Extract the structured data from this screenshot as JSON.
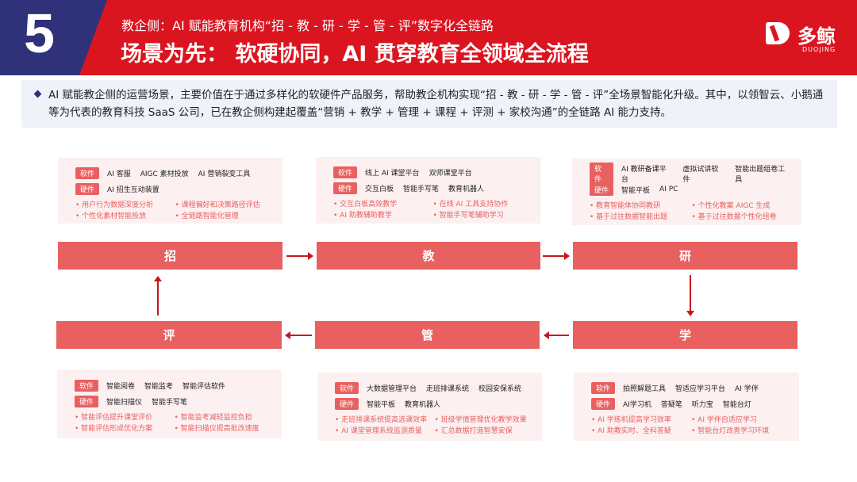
{
  "header": {
    "number": "5",
    "subtitle": "教企侧：AI 赋能教育机构“招 - 教 - 研 - 学 - 管 - 评”数字化全链路",
    "title": "场景为先： 软硬协同，AI 贯穿教育全领域全流程",
    "logo_cn": "多鲸",
    "logo_en": "DUOJING"
  },
  "intro": "AI 赋能教企侧的运营场景，主要价值在于通过多样化的软硬件产品服务，帮助教企机构实现“招 - 教 - 研 - 学 - 管 - 评”全场景智能化升级。其中，以领智云、小鹅通等为代表的教育科技 SaaS 公司，已在教企侧构建起覆盖“营销 + 教学 + 管理 + 课程 + 评测 + 家校沟通”的全链路 AI 能力支持。",
  "labels": {
    "software": "软件",
    "hardware": "硬件"
  },
  "colors": {
    "header": "#db1520",
    "accent_blue": "#2f3278",
    "bar": "#e8605f",
    "card": "#fdf0f1"
  },
  "stages": [
    {
      "name": "招",
      "software": [
        "AI 客服",
        "AIGC 素材投放",
        "AI 营销裂变工具"
      ],
      "hardware": [
        "AI 招生互动装置"
      ],
      "benefits": [
        "用户行为数据深度分析",
        "课程偏好和决策路径评估",
        "个性化素材智能投放",
        "全链路智能化管理"
      ]
    },
    {
      "name": "教",
      "software": [
        "线上 AI 课堂平台",
        "双师课堂平台"
      ],
      "hardware": [
        "交互白板",
        "智能手写笔",
        "教育机器人"
      ],
      "benefits": [
        "交互白板高效教学",
        "在线 AI 工具支持协作",
        "AI 助教辅助教学",
        "智能手写笔辅助学习"
      ]
    },
    {
      "name": "研",
      "software": [
        "AI 教研备课平台",
        "虚拟试讲软件",
        "智能出题组卷工具"
      ],
      "hardware": [
        "智能平板",
        "AI PC"
      ],
      "benefits": [
        "教育智能体协同教研",
        "个性化教案 AIGC 生成",
        "基于过往数据智能出题",
        "基于过往数据个性化组卷"
      ]
    },
    {
      "name": "评",
      "software": [
        "智能阅卷",
        "智能监考",
        "智能评估软件"
      ],
      "hardware": [
        "智能扫描仪",
        "智能手写笔"
      ],
      "benefits": [
        "智能评估提升课堂评价",
        "智能监考减轻监控负担",
        "智能评估形成优化方案",
        "智能扫描仪提高批改速度"
      ]
    },
    {
      "name": "管",
      "software": [
        "大数据管理平台",
        "走班排课系统",
        "校园安保系统"
      ],
      "hardware": [
        "智能平板",
        "教育机器人"
      ],
      "benefits": [
        "走班排课系统提高选课效率",
        "班级学情管理优化教学效果",
        "AI 课堂管理系统监测质量",
        "汇总数据打造智慧安保"
      ]
    },
    {
      "name": "学",
      "software": [
        "拍照解题工具",
        "智适应学习平台",
        "AI 学伴"
      ],
      "hardware": [
        "AI学习机",
        "答疑笔",
        "听力宝",
        "智能台灯"
      ],
      "benefits": [
        "AI 学练机提高学习效率",
        "AI 学伴自适应学习",
        "AI 助教实时、全科答疑",
        "智能台灯改善学习环境"
      ]
    }
  ]
}
